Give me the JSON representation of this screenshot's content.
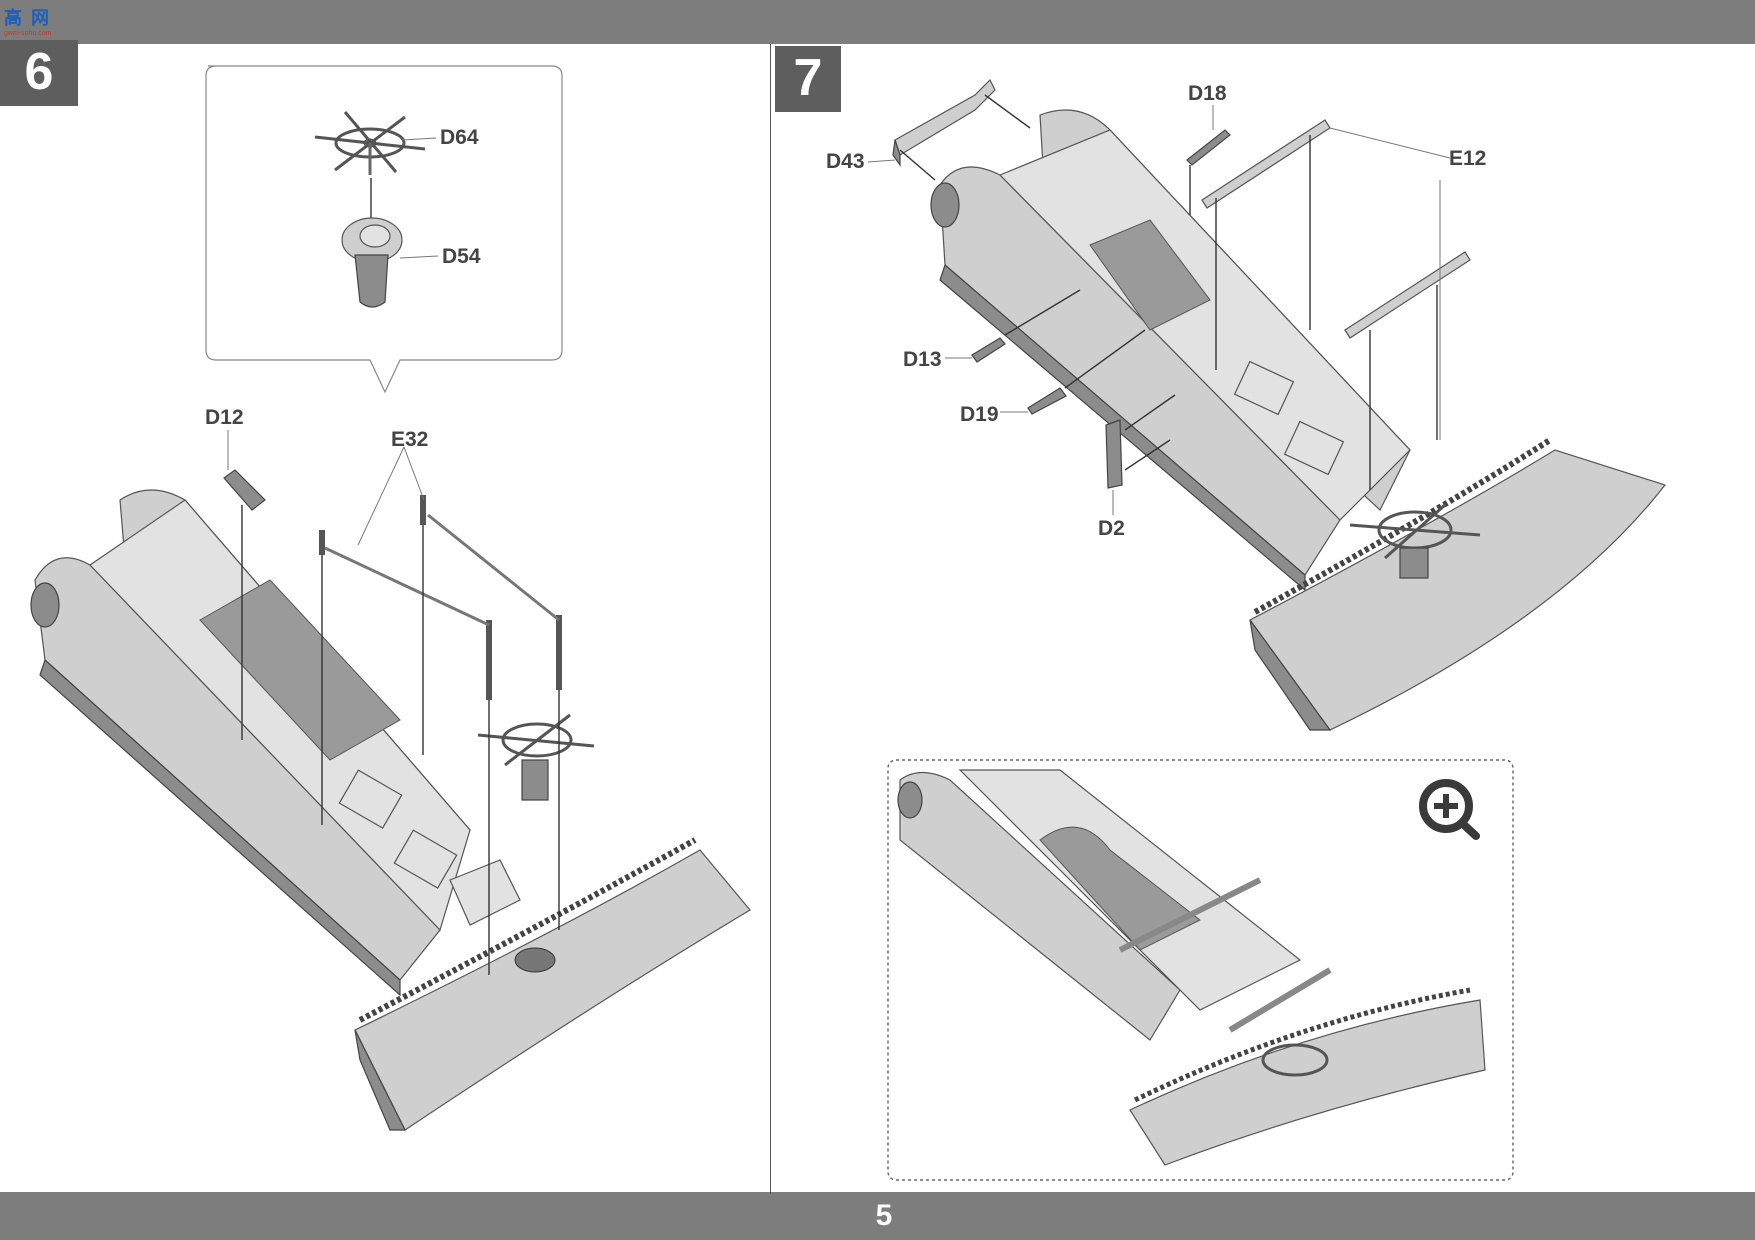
{
  "watermark": {
    "text": "高 网",
    "subtext": "gwm-sohu.com"
  },
  "page": {
    "number": "5"
  },
  "steps": [
    {
      "number": "6",
      "labels": {
        "d64": "D64",
        "d54": "D54",
        "d12": "D12",
        "e32": "E32"
      }
    },
    {
      "number": "7",
      "labels": {
        "d43": "D43",
        "d18": "D18",
        "e12": "E12",
        "d13": "D13",
        "d19": "D19",
        "d2": "D2"
      }
    }
  ],
  "icons": {
    "zoom": "zoom-in-icon"
  }
}
